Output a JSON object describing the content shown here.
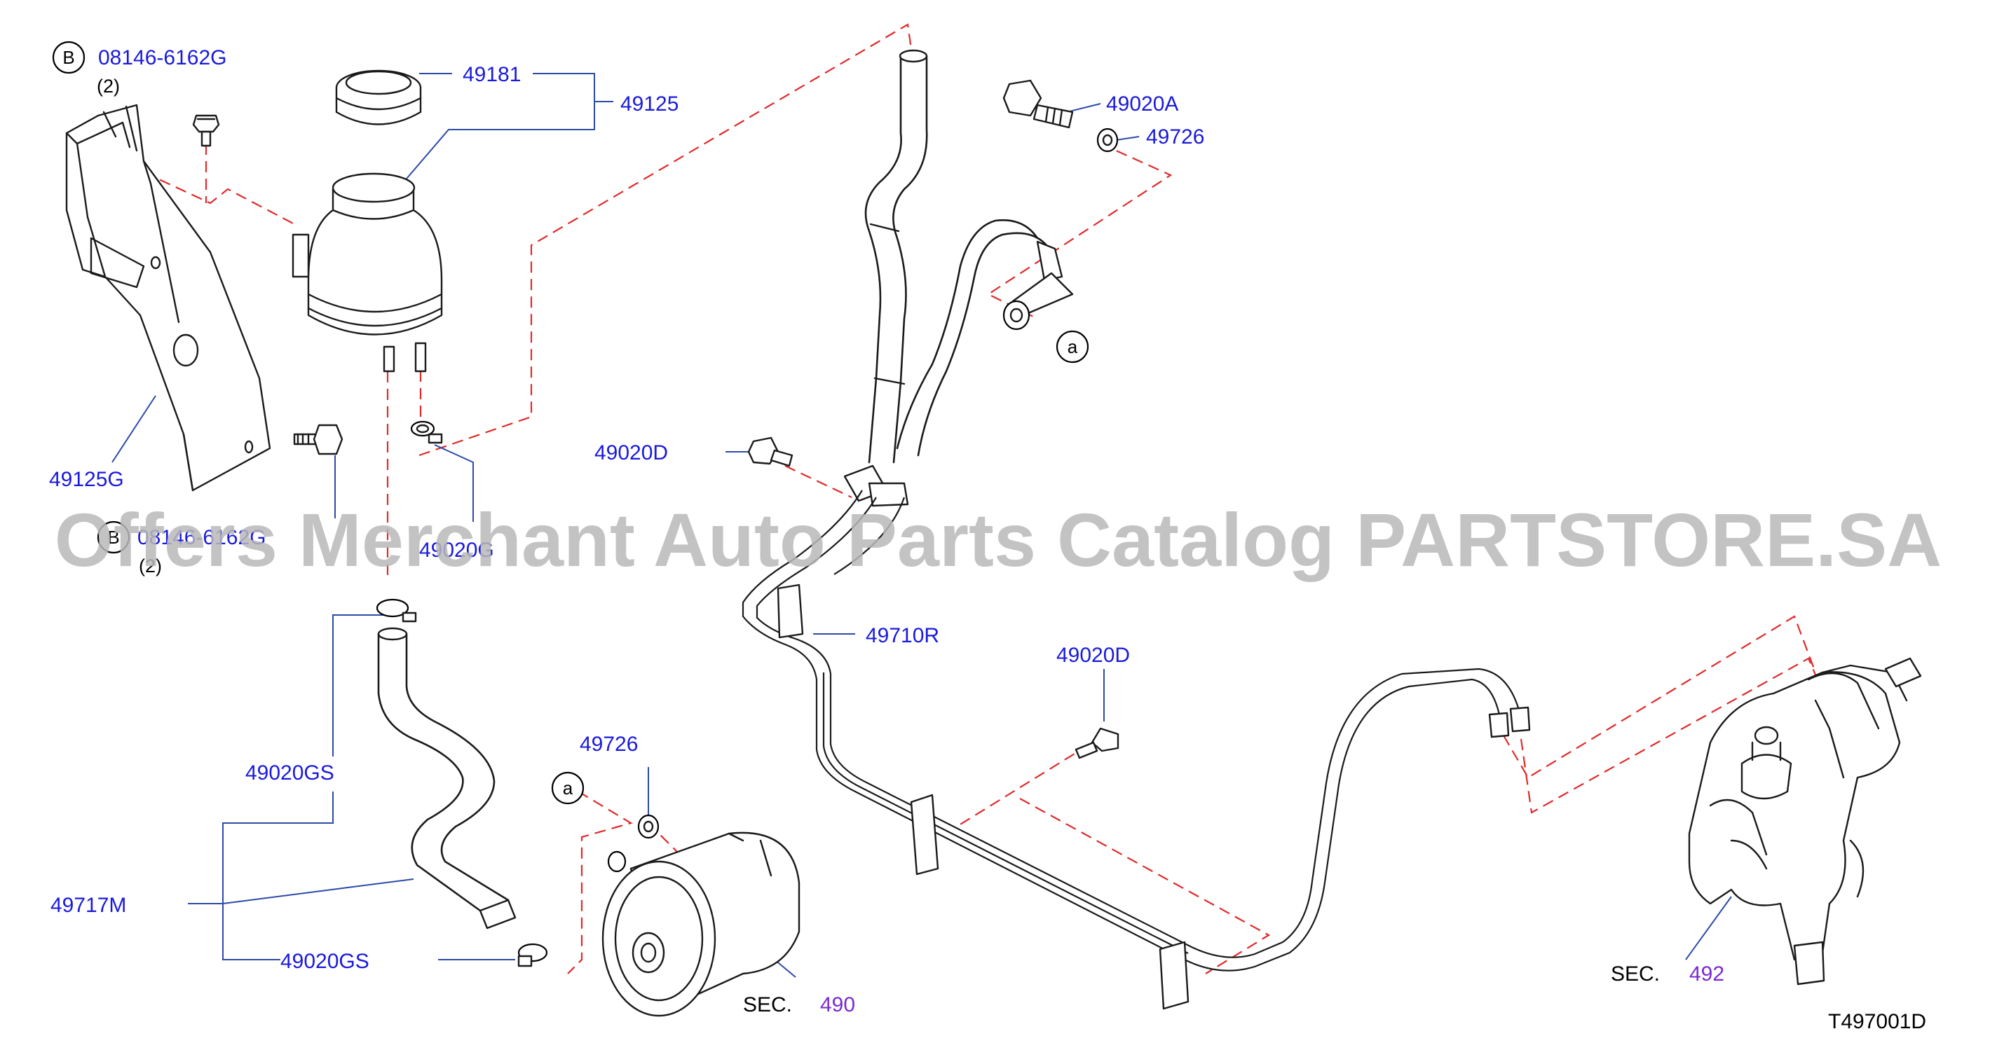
{
  "labels": {
    "b_circle_top": "B",
    "bolt_top": "08146-6162G",
    "bolt_top_qty": "(2)",
    "cap": "49181",
    "reservoir": "49125",
    "bracket": "49125G",
    "b_circle_bottom": "B",
    "bolt_bottom": "08146-6162G",
    "bolt_bottom_qty": "(2)",
    "clamp_mid": "49020G",
    "eye_bolt": "49020A",
    "washer_top": "49726",
    "circle_a_top": "a",
    "bolt_d_left": "49020D",
    "tube": "49710R",
    "bolt_d_right": "49020D",
    "clamp_gs_top": "49020GS",
    "washer_bottom": "49726",
    "circle_a_bottom": "a",
    "hose": "49717M",
    "clamp_gs_bottom": "49020GS",
    "sec_pump_prefix": "SEC.",
    "sec_pump_num": "490",
    "sec_gear_prefix": "SEC.",
    "sec_gear_num": "492",
    "diagram_code": "T497001D"
  },
  "watermark": "Offers Merchant Auto Parts Catalog PARTSTORE.SA",
  "colors": {
    "part_number": "#1a1adc",
    "section_number": "#7a2ad0",
    "dashed_link": "#e02a2a",
    "leader": "#2c4aa8",
    "line_art": "#1a1a1a",
    "watermark": "#b9b9b9"
  }
}
